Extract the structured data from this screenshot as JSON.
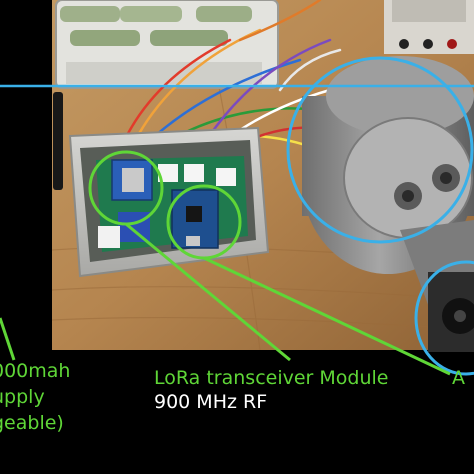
{
  "colors": {
    "annotation_green": "#5fd637",
    "annotation_blue": "#3ab0e8",
    "background": "#000000",
    "wood": "#b98a55",
    "enclosure": "#c9c9c6",
    "pcb": "#1f7a4e",
    "motor_housing": "#8f8f8f"
  },
  "captions": {
    "battery_line1": "000mah",
    "battery_line2": "upply",
    "battery_line3": "geable)",
    "lora_line1": "LoRa transceiver Module",
    "lora_line2": "900 MHz  RF",
    "right_partial": "A"
  }
}
